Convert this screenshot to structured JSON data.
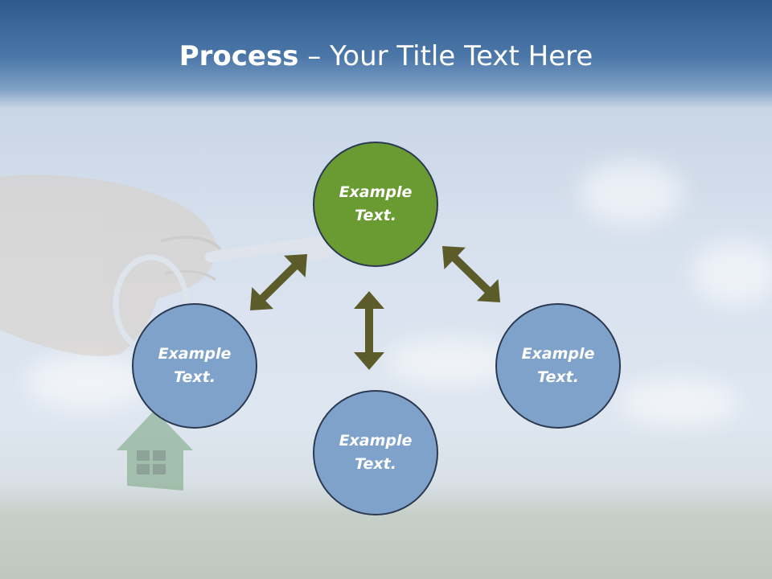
{
  "title": {
    "bold": "Process",
    "rest": " – Your Title Text Here"
  },
  "colors": {
    "center_fill": "#6a9a32",
    "outer_fill": "#7fa2cb",
    "circle_stroke": "#2b3a52",
    "arrow": "#5c5c2a"
  },
  "nodes": [
    {
      "id": "top",
      "label": "Example\nText."
    },
    {
      "id": "left",
      "label": "Example\nText."
    },
    {
      "id": "bottom",
      "label": "Example\nText."
    },
    {
      "id": "right",
      "label": "Example\nText."
    }
  ]
}
